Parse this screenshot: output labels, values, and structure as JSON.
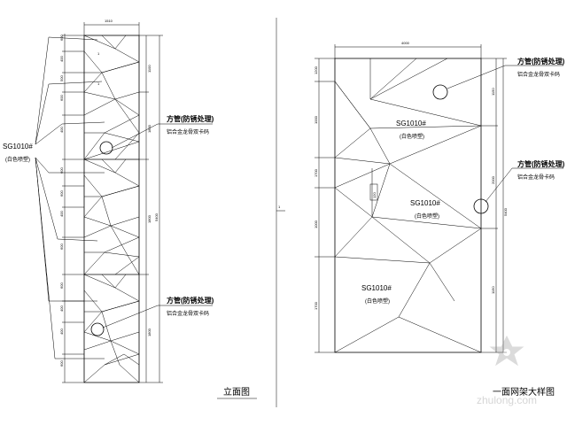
{
  "left_panel": {
    "top_dim": "1510",
    "left_dims": [
      "600",
      "400",
      "500",
      "600",
      "400",
      "600",
      "600",
      "400",
      "600",
      "600",
      "400",
      "400",
      "600"
    ],
    "right_dims_inner": [
      "1100",
      "1800",
      "1800",
      "1800"
    ],
    "right_dims_outer": "5400",
    "callout_top": {
      "line1": "方管(防锈处理)",
      "line2": "铝合金龙骨双卡码"
    },
    "callout_bottom": {
      "line1": "方管(防锈处理)",
      "line2": "铝合金龙骨双卡码"
    },
    "material_label": {
      "line1": "SG1010#",
      "line2": "(白色喷塑)"
    },
    "caption": "立面图"
  },
  "right_panel": {
    "top_dim": "4000",
    "left_dims": [
      "1200",
      "1000",
      "1700",
      "1000",
      "1700"
    ],
    "right_dims": [
      "1150",
      "2000",
      "1150"
    ],
    "right_total": "5400",
    "section_marker": "1",
    "callout_top": {
      "line1": "方管(防锈处理)",
      "line2": "铝合金龙骨双卡码"
    },
    "callout_mid": {
      "line1": "方管(防锈处理)",
      "line2": "铝合金龙骨卡码"
    },
    "panel_label_1": {
      "line1": "SG1010#",
      "line2": "(白色喷塑)"
    },
    "panel_label_2": {
      "line1": "SG1010#",
      "line2": "(白色喷塑)"
    },
    "panel_label_3": {
      "line1": "SG1010#",
      "line2": "(白色喷塑)"
    },
    "small_dim": "120",
    "caption": "一面网架大样图"
  },
  "watermark": {
    "text": "zhulong.com"
  }
}
